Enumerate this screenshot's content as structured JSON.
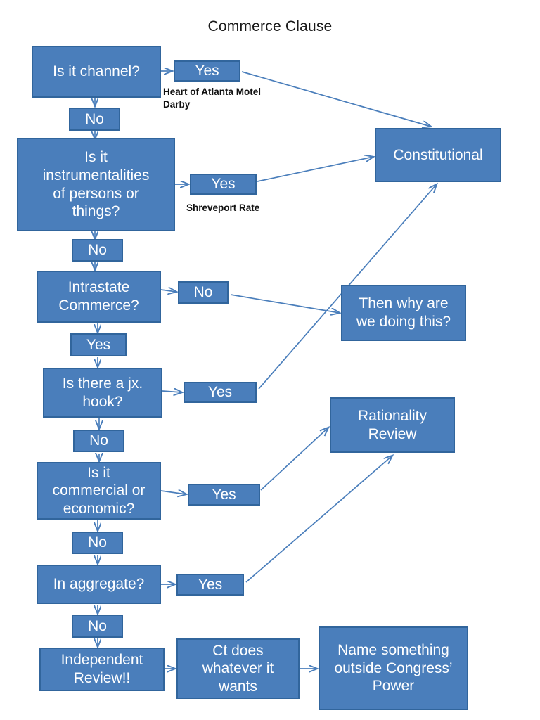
{
  "title": "Commerce Clause",
  "colors": {
    "node_fill": "#4a7ebb",
    "node_border": "#31659c",
    "node_text": "#ffffff",
    "edge": "#4a7ebb",
    "annotation_text": "#111111",
    "background": "#ffffff"
  },
  "chart_data": {
    "type": "diagram",
    "title": "Commerce Clause",
    "nodes": [
      {
        "id": "q_channel",
        "label": "Is it channel?"
      },
      {
        "id": "a_channel_yes",
        "label": "Yes"
      },
      {
        "id": "a_channel_no",
        "label": "No"
      },
      {
        "id": "q_instrumentalities",
        "label": "Is it\ninstrumentalities\nof persons or\nthings?"
      },
      {
        "id": "a_instr_yes",
        "label": "Yes"
      },
      {
        "id": "a_instr_no",
        "label": "No"
      },
      {
        "id": "q_intrastate",
        "label": "Intrastate\nCommerce?"
      },
      {
        "id": "a_intrastate_no",
        "label": "No"
      },
      {
        "id": "a_intrastate_yes",
        "label": "Yes"
      },
      {
        "id": "q_jxhook",
        "label": "Is there a jx.\nhook?"
      },
      {
        "id": "a_jxhook_yes",
        "label": "Yes"
      },
      {
        "id": "a_jxhook_no",
        "label": "No"
      },
      {
        "id": "q_commercial",
        "label": "Is it\ncommercial or\neconomic?"
      },
      {
        "id": "a_commercial_yes",
        "label": "Yes"
      },
      {
        "id": "a_commercial_no",
        "label": "No"
      },
      {
        "id": "q_aggregate",
        "label": "In aggregate?"
      },
      {
        "id": "a_aggregate_yes",
        "label": "Yes"
      },
      {
        "id": "a_aggregate_no",
        "label": "No"
      },
      {
        "id": "r_independent",
        "label": "Independent\nReview!!"
      },
      {
        "id": "r_constitutional",
        "label": "Constitutional"
      },
      {
        "id": "r_thenwhy",
        "label": "Then why are\nwe doing this?"
      },
      {
        "id": "r_rationality",
        "label": "Rationality\nReview"
      },
      {
        "id": "r_ctdoes",
        "label": "Ct does\nwhatever it\nwants"
      },
      {
        "id": "r_nameoutside",
        "label": "Name something\noutside Congress’\nPower"
      }
    ],
    "annotations": [
      {
        "id": "note_heart_darby",
        "text": "Heart of Atlanta Motel\nDarby"
      },
      {
        "id": "note_shreveport",
        "text": "Shreveport Rate"
      }
    ],
    "edges": [
      {
        "from": "q_channel",
        "to": "a_channel_yes"
      },
      {
        "from": "q_channel",
        "to": "a_channel_no"
      },
      {
        "from": "a_channel_yes",
        "to": "r_constitutional"
      },
      {
        "from": "a_channel_no",
        "to": "q_instrumentalities"
      },
      {
        "from": "q_instrumentalities",
        "to": "a_instr_yes"
      },
      {
        "from": "q_instrumentalities",
        "to": "a_instr_no"
      },
      {
        "from": "a_instr_yes",
        "to": "r_constitutional"
      },
      {
        "from": "a_instr_no",
        "to": "q_intrastate"
      },
      {
        "from": "q_intrastate",
        "to": "a_intrastate_no"
      },
      {
        "from": "q_intrastate",
        "to": "a_intrastate_yes"
      },
      {
        "from": "a_intrastate_no",
        "to": "r_thenwhy"
      },
      {
        "from": "a_intrastate_yes",
        "to": "q_jxhook"
      },
      {
        "from": "q_jxhook",
        "to": "a_jxhook_yes"
      },
      {
        "from": "q_jxhook",
        "to": "a_jxhook_no"
      },
      {
        "from": "a_jxhook_yes",
        "to": "r_constitutional"
      },
      {
        "from": "a_jxhook_no",
        "to": "q_commercial"
      },
      {
        "from": "q_commercial",
        "to": "a_commercial_yes"
      },
      {
        "from": "q_commercial",
        "to": "a_commercial_no"
      },
      {
        "from": "a_commercial_yes",
        "to": "r_rationality"
      },
      {
        "from": "a_commercial_no",
        "to": "q_aggregate"
      },
      {
        "from": "q_aggregate",
        "to": "a_aggregate_yes"
      },
      {
        "from": "q_aggregate",
        "to": "a_aggregate_no"
      },
      {
        "from": "a_aggregate_yes",
        "to": "r_rationality"
      },
      {
        "from": "a_aggregate_no",
        "to": "r_independent"
      },
      {
        "from": "r_independent",
        "to": "r_ctdoes"
      },
      {
        "from": "r_ctdoes",
        "to": "r_nameoutside"
      }
    ]
  }
}
